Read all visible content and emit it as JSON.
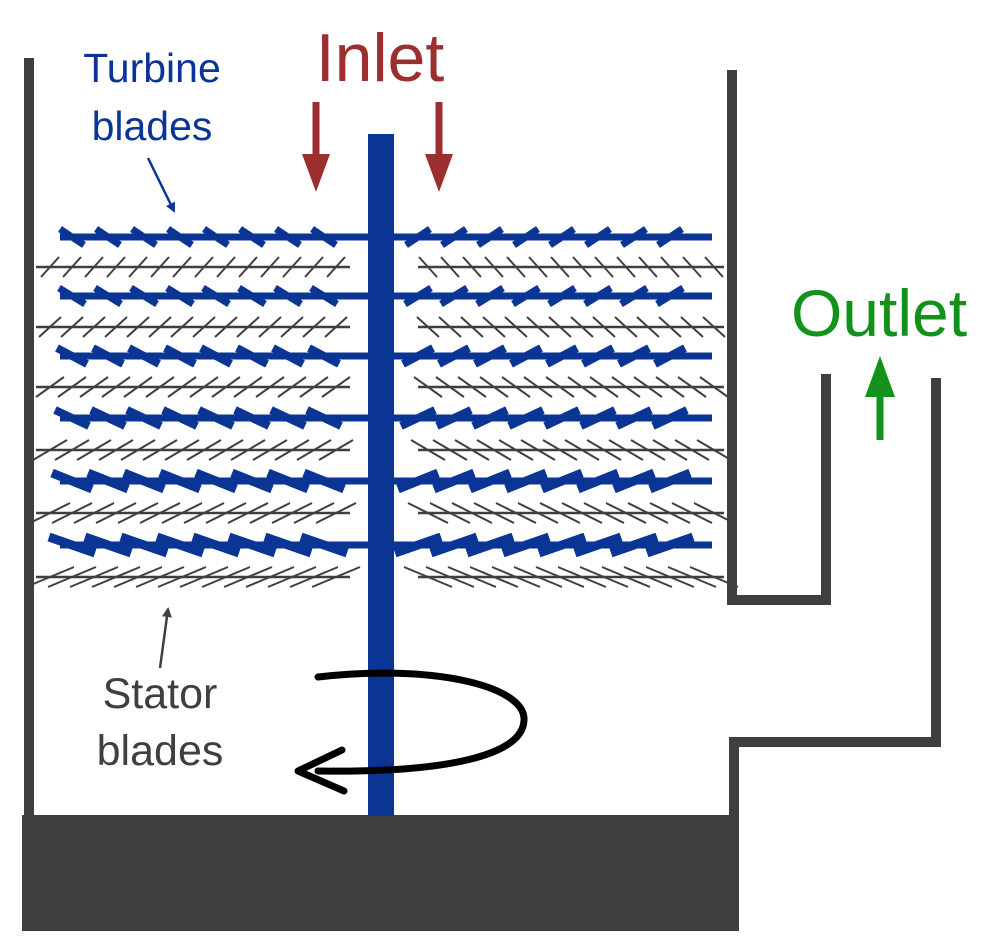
{
  "labels": {
    "inlet": "Inlet",
    "outlet": "Outlet",
    "turbine_line1": "Turbine",
    "turbine_line2": "blades",
    "stator_line1": "Stator",
    "stator_line2": "blades"
  },
  "colors": {
    "housing": "#3f3f3f",
    "turbine": "#0a3595",
    "stator": "#3f3f3f",
    "inlet": "#9b2f2f",
    "outlet": "#12921a",
    "rotation": "#000000",
    "label_dark": "#3f3f3f"
  }
}
